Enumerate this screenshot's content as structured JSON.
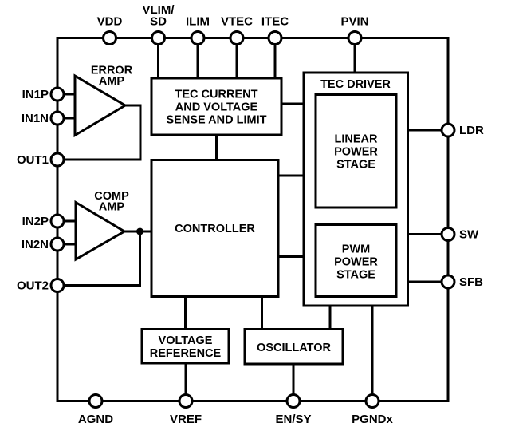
{
  "figure": {
    "type": "functional-block-diagram",
    "colors": {
      "line": "#000000",
      "background": "#ffffff",
      "text": "#000000"
    },
    "pins": {
      "top": [
        {
          "id": "vdd",
          "lines": [
            "VDD"
          ]
        },
        {
          "id": "vlim-sd",
          "lines": [
            "VLIM/",
            "SD"
          ]
        },
        {
          "id": "ilim",
          "lines": [
            "ILIM"
          ]
        },
        {
          "id": "vtec",
          "lines": [
            "VTEC"
          ]
        },
        {
          "id": "itec",
          "lines": [
            "ITEC"
          ]
        },
        {
          "id": "pvin",
          "lines": [
            "PVIN"
          ]
        }
      ],
      "left": [
        "IN1P",
        "IN1N",
        "OUT1",
        "IN2P",
        "IN2N",
        "OUT2"
      ],
      "right": [
        "LDR",
        "SW",
        "SFB"
      ],
      "bottom": [
        "AGND",
        "VREF",
        "EN/SY",
        "PGNDx"
      ]
    },
    "blocks": {
      "error_amp": {
        "lines": [
          "ERROR",
          "AMP"
        ]
      },
      "comp_amp": {
        "lines": [
          "COMP",
          "AMP"
        ]
      },
      "sense": {
        "lines": [
          "TEC CURRENT",
          "AND VOLTAGE",
          "SENSE AND LIMIT"
        ]
      },
      "controller": {
        "label": "CONTROLLER"
      },
      "tec_driver": {
        "label": "TEC DRIVER"
      },
      "linear_power_stage": {
        "lines": [
          "LINEAR",
          "POWER",
          "STAGE"
        ]
      },
      "pwm_power_stage": {
        "lines": [
          "PWM",
          "POWER",
          "STAGE"
        ]
      },
      "voltage_reference": {
        "lines": [
          "VOLTAGE",
          "REFERENCE"
        ]
      },
      "oscillator": {
        "label": "OSCILLATOR"
      }
    }
  }
}
